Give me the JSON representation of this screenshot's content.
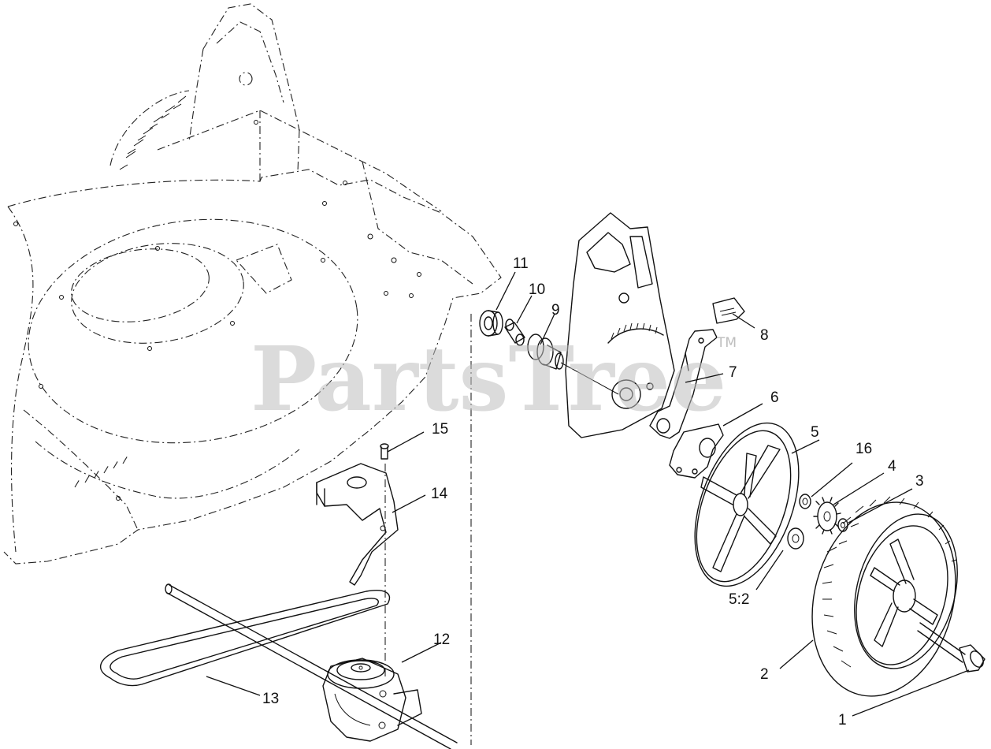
{
  "watermark": {
    "text": "PartsTree",
    "tm": "TM"
  },
  "callouts": {
    "c1": "1",
    "c2": "2",
    "c3": "3",
    "c4": "4",
    "c5": "5",
    "c5b": "5:2",
    "c6": "6",
    "c7": "7",
    "c8": "8",
    "c9": "9",
    "c10": "10",
    "c11": "11",
    "c12": "12",
    "c13": "13",
    "c14": "14",
    "c15": "15",
    "c16": "16"
  },
  "parts": [
    "mower-deck",
    "rear-height-adjuster-left",
    "rear-height-adjuster-right",
    "bolt",
    "wheel",
    "washer",
    "pinion-gear",
    "wheel-gear",
    "spacer-washer",
    "bracket",
    "adjuster-lever",
    "lever-grip",
    "bearing",
    "bushing",
    "spacer",
    "transmission",
    "drive-belt",
    "belt-guard",
    "screw",
    "drive-shaft"
  ]
}
